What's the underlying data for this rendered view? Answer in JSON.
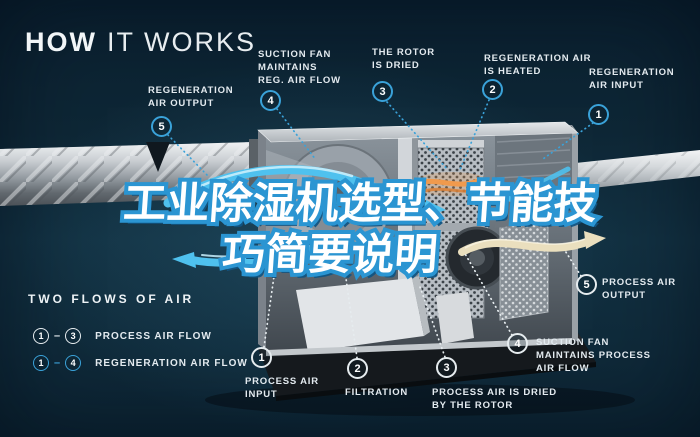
{
  "title": {
    "bold": "HOW",
    "light": "IT WORKS"
  },
  "overlay_title": {
    "line1": "工业除湿机选型、节能技",
    "line2": "巧简要说明"
  },
  "regeneration_callouts": [
    {
      "num": "5",
      "label": "REGENERATION\nAIR OUTPUT"
    },
    {
      "num": "4",
      "label": "SUCTION FAN\nMAINTAINS\nREG. AIR FLOW"
    },
    {
      "num": "3",
      "label": "THE ROTOR\nIS DRIED"
    },
    {
      "num": "2",
      "label": "REGENERATION AIR\nIS HEATED"
    },
    {
      "num": "1",
      "label": "REGENERATION\nAIR INPUT"
    }
  ],
  "process_callouts": [
    {
      "num": "1",
      "label": "PROCESS AIR\nINPUT"
    },
    {
      "num": "2",
      "label": "FILTRATION"
    },
    {
      "num": "3",
      "label": "PROCESS AIR IS DRIED\nBY THE ROTOR"
    },
    {
      "num": "4",
      "label": "SUCTION FAN\nMAINTAINS PROCESS\nAIR FLOW"
    },
    {
      "num": "5",
      "label": "PROCESS AIR\nOUTPUT"
    }
  ],
  "legend": {
    "title": "TWO FLOWS OF AIR",
    "rows": [
      {
        "from": "1",
        "dash": "–",
        "to": "3",
        "label": "PROCESS AIR FLOW",
        "type": "process"
      },
      {
        "from": "1",
        "dash": "–",
        "to": "4",
        "label": "REGENERATION AIR FLOW",
        "type": "regeneration"
      }
    ]
  },
  "colors": {
    "background": "#0e2736",
    "accent_blue": "#3aa2d9",
    "arrow_blue": "#4fc1ee",
    "label_white": "#e3eaef",
    "heater_orange": "#f09a4d",
    "dry_air_cream": "#eadfbe"
  }
}
